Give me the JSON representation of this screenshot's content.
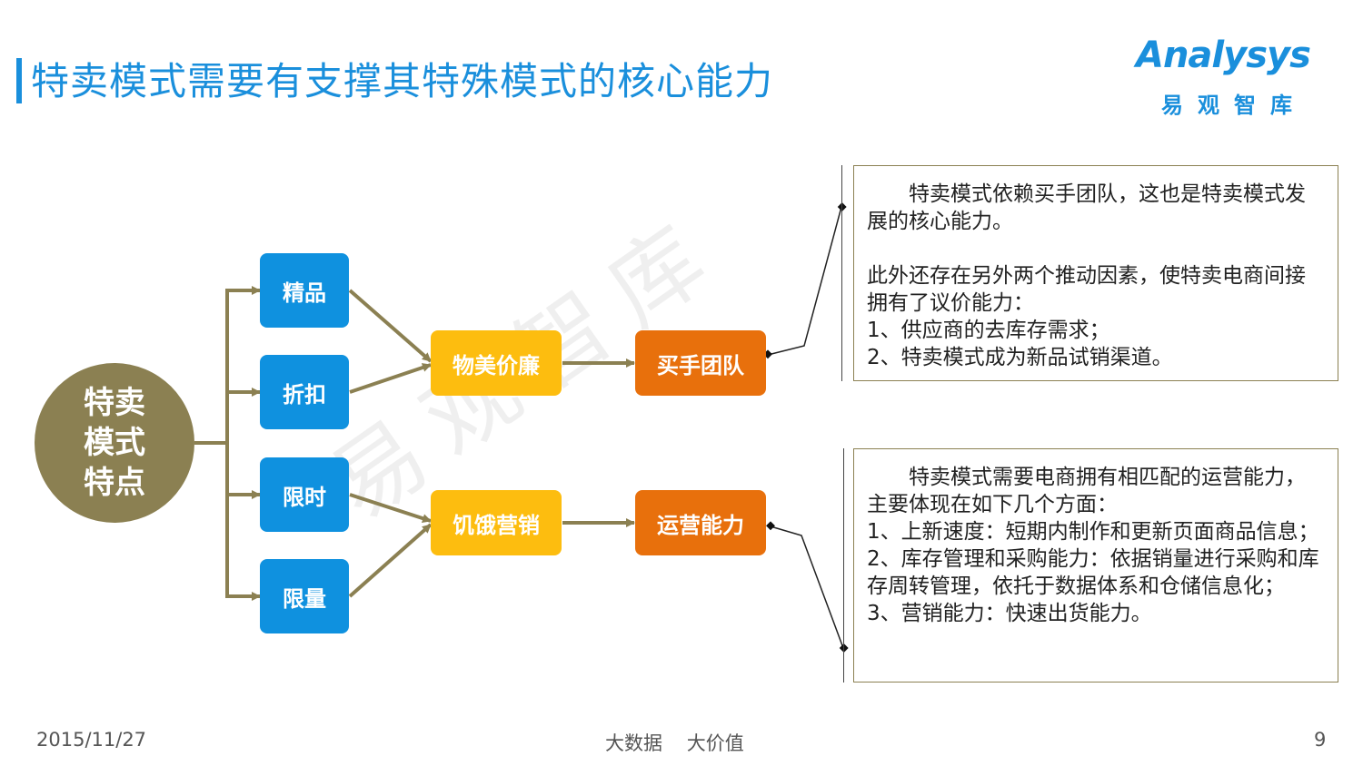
{
  "header": {
    "title": "特卖模式需要有支撑其特殊模式的核心能力",
    "logo_word": "Analysys",
    "logo_sub": "易观智库",
    "accent_color": "#1a8fdc"
  },
  "watermark": "易观智库",
  "diagram": {
    "root": "特卖模式特点",
    "features": [
      "精品",
      "折扣",
      "限时",
      "限量"
    ],
    "results": [
      "物美价廉",
      "饥饿营销"
    ],
    "capabilities": [
      "买手团队",
      "运营能力"
    ],
    "colors": {
      "root": "#8b8052",
      "feature": "#0f91df",
      "result": "#fdbd0f",
      "capability": "#e8700c",
      "arrow": "#8b8052"
    }
  },
  "notes": {
    "buyer": {
      "intro": "特卖模式依赖买手团队，这也是特卖模式发展的核心能力。",
      "lead": "此外还存在另外两个推动因素，使特卖电商间接拥有了议价能力：",
      "items": [
        "1、供应商的去库存需求；",
        "2、特卖模式成为新品试销渠道。"
      ]
    },
    "operation": {
      "intro": "特卖模式需要电商拥有相匹配的运营能力，主要体现在如下几个方面：",
      "items": [
        "1、上新速度：短期内制作和更新页面商品信息；",
        "2、库存管理和采购能力：依据销量进行采购和库存周转管理，依托于数据体系和仓储信息化；",
        "3、营销能力：快速出货能力。"
      ]
    }
  },
  "footer": {
    "date": "2015/11/27",
    "slogan": "大数据    大价值",
    "page": "9"
  }
}
